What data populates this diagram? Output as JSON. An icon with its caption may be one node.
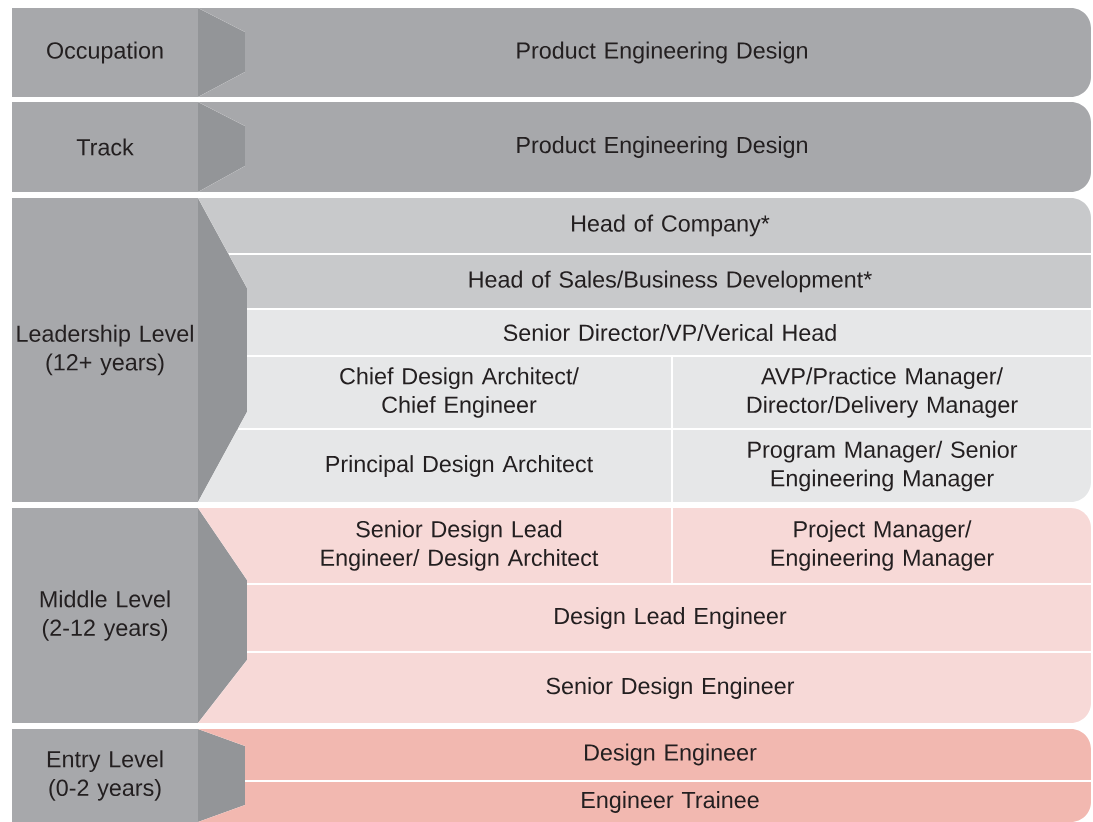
{
  "diagram": {
    "nodes": [
      {
        "text": [
          "Occupation"
        ]
      },
      {
        "text": [
          "Product Engineering Design"
        ]
      },
      {
        "text": [
          "Track"
        ]
      },
      {
        "text": [
          "Product Engineering Design"
        ]
      },
      {
        "text": [
          "Leadership Level (12+ years)"
        ]
      },
      {
        "text": [
          "Head of Company*"
        ]
      },
      {
        "text": [
          "Head of Sales/Business Development*"
        ]
      },
      {
        "text": [
          "Senior Director/VP/Verical Head"
        ]
      },
      {
        "text": [
          "Chief Design Architect/ Chief Engineer"
        ]
      },
      {
        "text": [
          "AVP/Practice Manager/ Director/Delivery Manager"
        ]
      },
      {
        "text": [
          "Principal Design Architect"
        ]
      },
      {
        "text": [
          "Program Manager/ Senior Engineering Manager"
        ]
      },
      {
        "text": [
          "Middle Level (2-12 years)"
        ]
      },
      {
        "text": [
          "Senior Design Lead Engineer/ Design Architect"
        ]
      },
      {
        "text": [
          "Project Manager/ Engineering Manager"
        ]
      },
      {
        "text": [
          "Design Lead Engineer"
        ]
      },
      {
        "text": [
          "Senior Design Engineer"
        ]
      },
      {
        "text": [
          "Entry Level (0-2 years)"
        ]
      },
      {
        "text": [
          "Design Engineer"
        ]
      },
      {
        "text": [
          "Engineer Trainee"
        ]
      }
    ]
  }
}
